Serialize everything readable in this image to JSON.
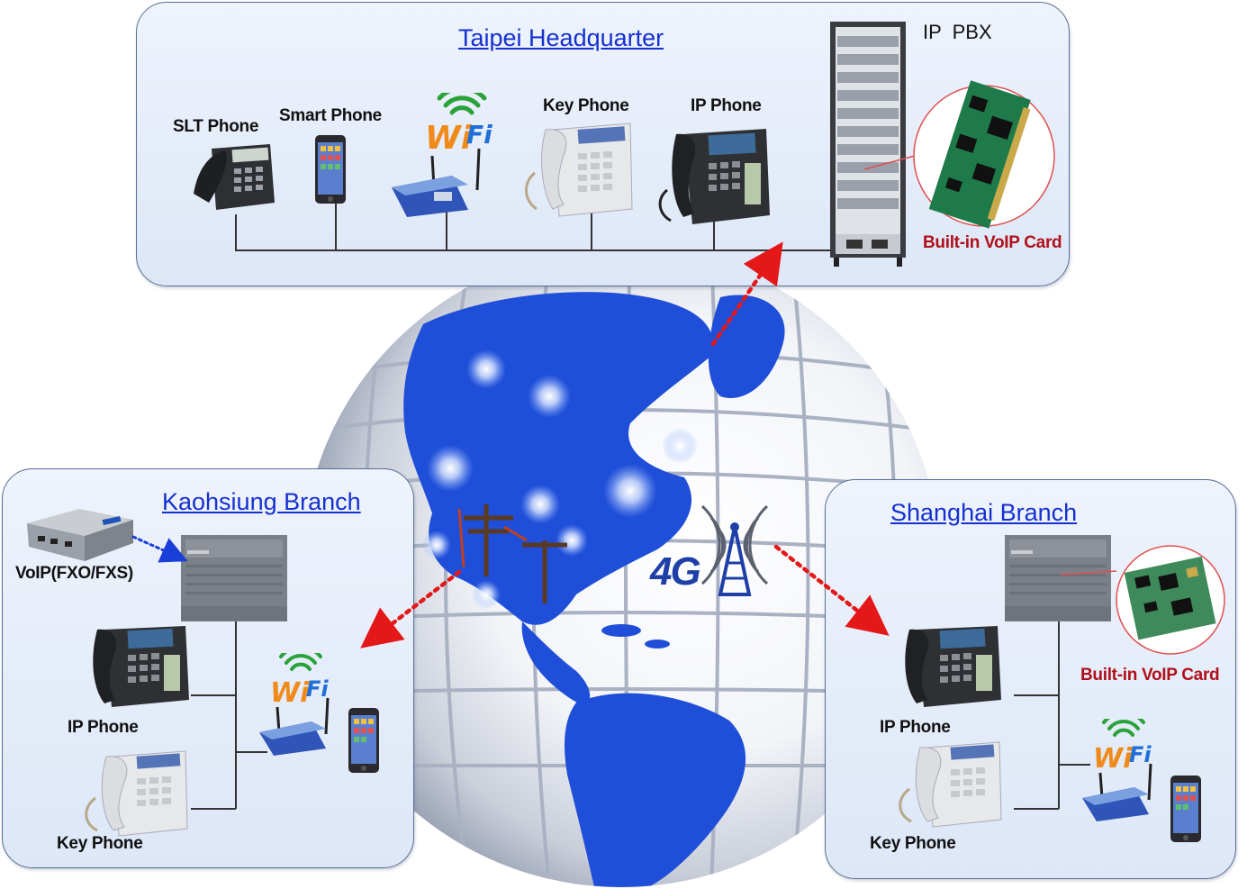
{
  "headquarter": {
    "title": "Taipei Headquarter",
    "devices": {
      "slt_phone": "SLT Phone",
      "smart_phone": "Smart Phone",
      "wifi": "WiFi",
      "key_phone": "Key Phone",
      "ip_phone": "IP Phone",
      "ip_pbx": "IP  PBX",
      "voip_card": "Built-in VoIP Card"
    }
  },
  "kaohsiung": {
    "title": "Kaohsiung Branch",
    "devices": {
      "voip_gateway": "VoIP(FXO/FXS)",
      "ip_phone": "IP Phone",
      "key_phone": "Key Phone",
      "wifi": "WiFi"
    }
  },
  "shanghai": {
    "title": "Shanghai Branch",
    "devices": {
      "voip_card": "Built-in VoIP Card",
      "ip_phone": "IP Phone",
      "key_phone": "Key Phone",
      "wifi": "WiFi"
    }
  },
  "network": {
    "cellular": "4G"
  },
  "colors": {
    "title_blue": "#1530d0",
    "card_red": "#b0101a",
    "link_red": "#e41818",
    "link_blue": "#1a3fd8",
    "globe_blue": "#1f4fd8"
  }
}
